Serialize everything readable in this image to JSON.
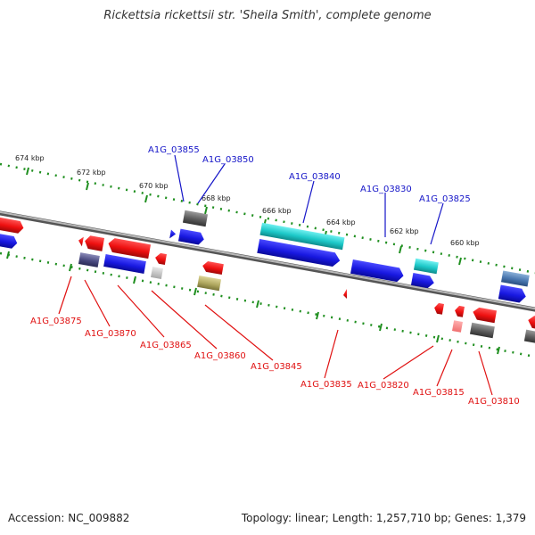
{
  "title": "Rickettsia rickettsii str. 'Sheila Smith', complete genome",
  "accession_text": "Accession: NC_009882",
  "topology_text": "Topology: linear; Length: 1,257,710 bp; Genes: 1,379",
  "scale_labels": [
    "674 kbp",
    "672 kbp",
    "670 kbp",
    "668 kbp",
    "666 kbp",
    "664 kbp",
    "662 kbp",
    "660 kbp"
  ],
  "top_gene_labels": [
    "A1G_03855",
    "A1G_03850",
    "A1G_03840",
    "A1G_03830",
    "A1G_03825"
  ],
  "bottom_gene_labels": [
    "A1G_03875",
    "A1G_03870",
    "A1G_03865",
    "A1G_03860",
    "A1G_03845",
    "A1G_03835",
    "A1G_03820",
    "A1G_03815",
    "A1G_03810"
  ],
  "colors": {
    "top_label": "#1515c8",
    "bottom_label": "#e01010",
    "forward_cds": "#1a1ae6",
    "reverse_cds": "#ee1111",
    "tick": "#1f8f1f",
    "backbone": "#888888"
  }
}
